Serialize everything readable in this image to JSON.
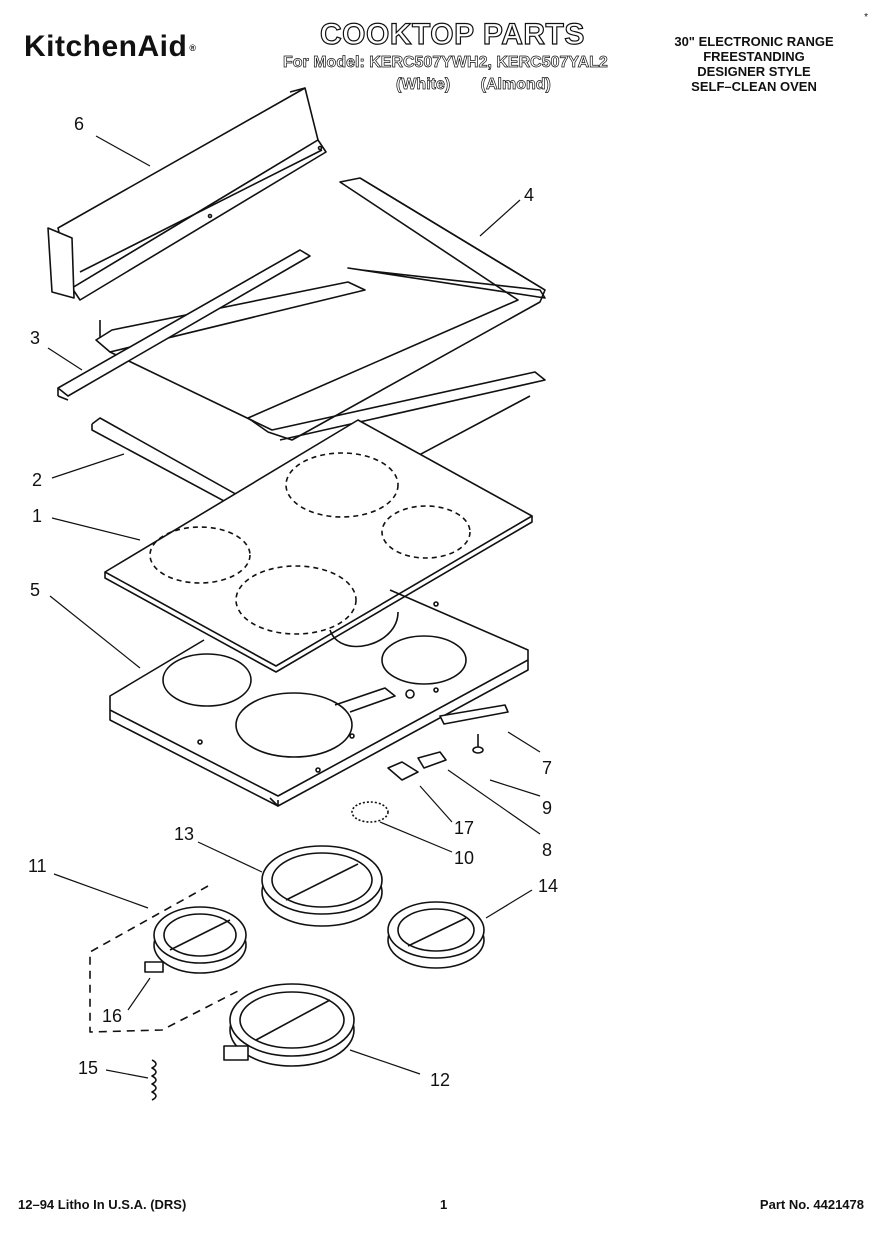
{
  "header": {
    "brand": "KitchenAid",
    "title": "COOKTOP PARTS",
    "model_line": "For Model: KERC507YWH2, KERC507YAL2",
    "colors": [
      "(White)",
      "(Almond)"
    ],
    "description": [
      "30\" ELECTRONIC RANGE",
      "FREESTANDING",
      "DESIGNER STYLE",
      "SELF–CLEAN OVEN"
    ],
    "asterisk": "*"
  },
  "callouts": {
    "c1": "1",
    "c2": "2",
    "c3": "3",
    "c4": "4",
    "c5": "5",
    "c6": "6",
    "c7": "7",
    "c8": "8",
    "c9": "9",
    "c10": "10",
    "c11": "11",
    "c12": "12",
    "c13": "13",
    "c14": "14",
    "c15": "15",
    "c16": "16",
    "c17": "17"
  },
  "footer": {
    "left": "12–94 Litho In U.S.A. (DRS)",
    "page": "1",
    "part_no": "Part No. 4421478"
  }
}
